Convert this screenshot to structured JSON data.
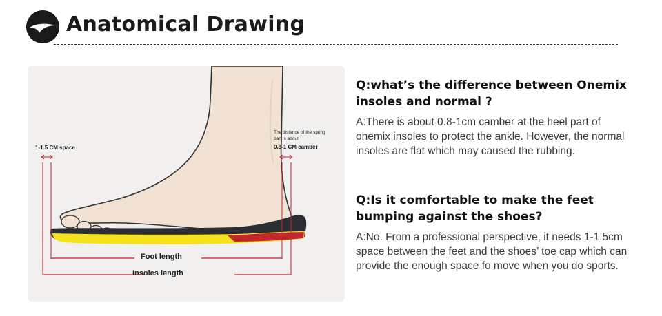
{
  "header": {
    "title": "Anatomical Drawing",
    "logo_icon": "swoosh-logo-icon"
  },
  "diagram": {
    "toe_space_label": "1-1.5 CM space",
    "spring_note_line1": "The distance of the spring",
    "spring_note_line2": "part is about",
    "camber_label": "0.8-1 CM camber",
    "foot_length_label": "Foot  length",
    "insoles_length_label": "Insoles  length",
    "colors": {
      "panel_bg": "#f1f0ee",
      "skin": "#f1e2d3",
      "insole_top": "#2b2d33",
      "insole_yellow": "#f4e31c",
      "insole_red": "#c2272d",
      "measure_line": "#c4242b"
    }
  },
  "faq": [
    {
      "question": "Q:what’s the difference between Onemix insoles and normal ?",
      "answer": "A:There is about 0.8-1cm camber at the heel part of onemix insoles to protect the ankle. However, the normal insoles are flat which may caused the rubbing."
    },
    {
      "question": "Q:Is it comfortable to make the feet bumping against the shoes?",
      "answer": "A:No. From a professional perspective, it needs 1-1.5cm space between the feet and the shoes’ toe cap which can provide the enough space fo move when you do sports."
    }
  ]
}
